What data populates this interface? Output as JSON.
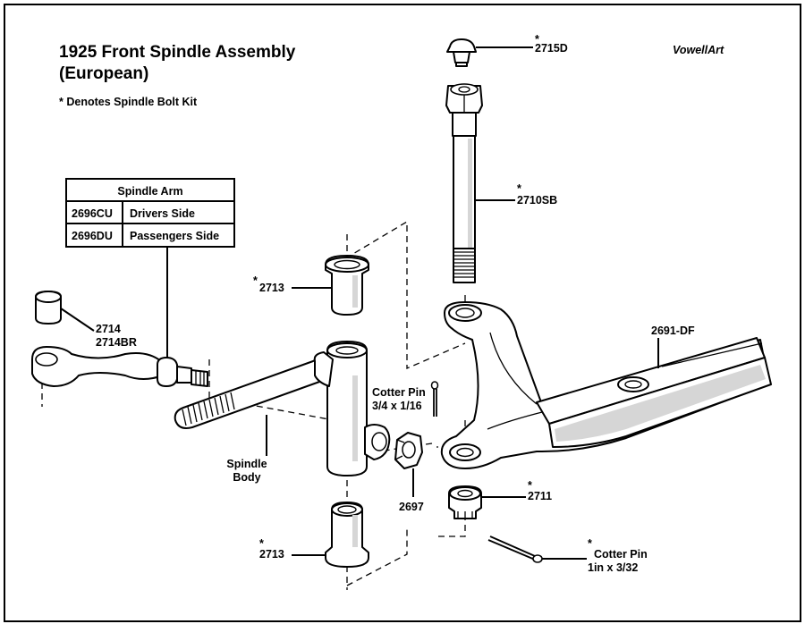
{
  "title_line1": "1925 Front Spindle Assembly",
  "title_line2": "(European)",
  "note": "* Denotes Spindle Bolt Kit",
  "brand": "VowellArt",
  "table": {
    "header": "Spindle Arm",
    "rows": [
      {
        "part": "2696CU",
        "desc": "Drivers Side"
      },
      {
        "part": "2696DU",
        "desc": "Passengers Side"
      }
    ]
  },
  "labels": {
    "p2715D": "2715D",
    "p2710SB": "2710SB",
    "p2713_top": "2713",
    "p2714": "2714",
    "p2714BR": "2714BR",
    "p2691DF": "2691-DF",
    "cotter_small_1": "Cotter Pin",
    "cotter_small_2": "3/4 x 1/16",
    "spindle_body_1": "Spindle",
    "spindle_body_2": "Body",
    "p2711": "2711",
    "p2697": "2697",
    "p2713_bottom": "2713",
    "cotter_large_1": "Cotter Pin",
    "cotter_large_2": "1in x 3/32",
    "asterisk": "*"
  }
}
